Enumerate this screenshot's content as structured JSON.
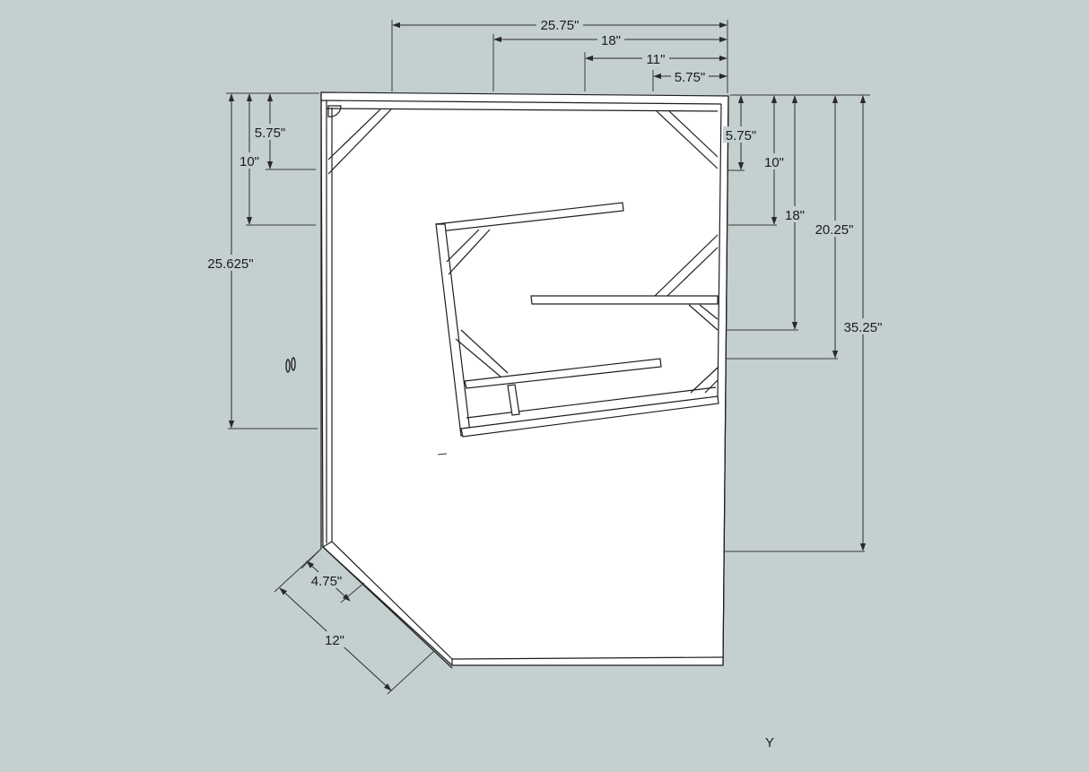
{
  "drawing": {
    "colors": {
      "background": "#c4cfd0",
      "board": "#ffffff",
      "line": "#1e1e1e"
    },
    "dimensions": {
      "top_25_75": "25.75\"",
      "top_18": "18\"",
      "top_11": "11\"",
      "top_5_75": "5.75\"",
      "left_5_75": "5.75\"",
      "left_10": "10\"",
      "left_25_625": "25.625\"",
      "right_5_75": "5.75\"",
      "right_10": "10\"",
      "right_18": "18\"",
      "right_20_25": "20.25\"",
      "right_35_25": "35.25\"",
      "bottom_4_75": "4.75\"",
      "bottom_12": "12\""
    },
    "axis_mark": "Y"
  }
}
